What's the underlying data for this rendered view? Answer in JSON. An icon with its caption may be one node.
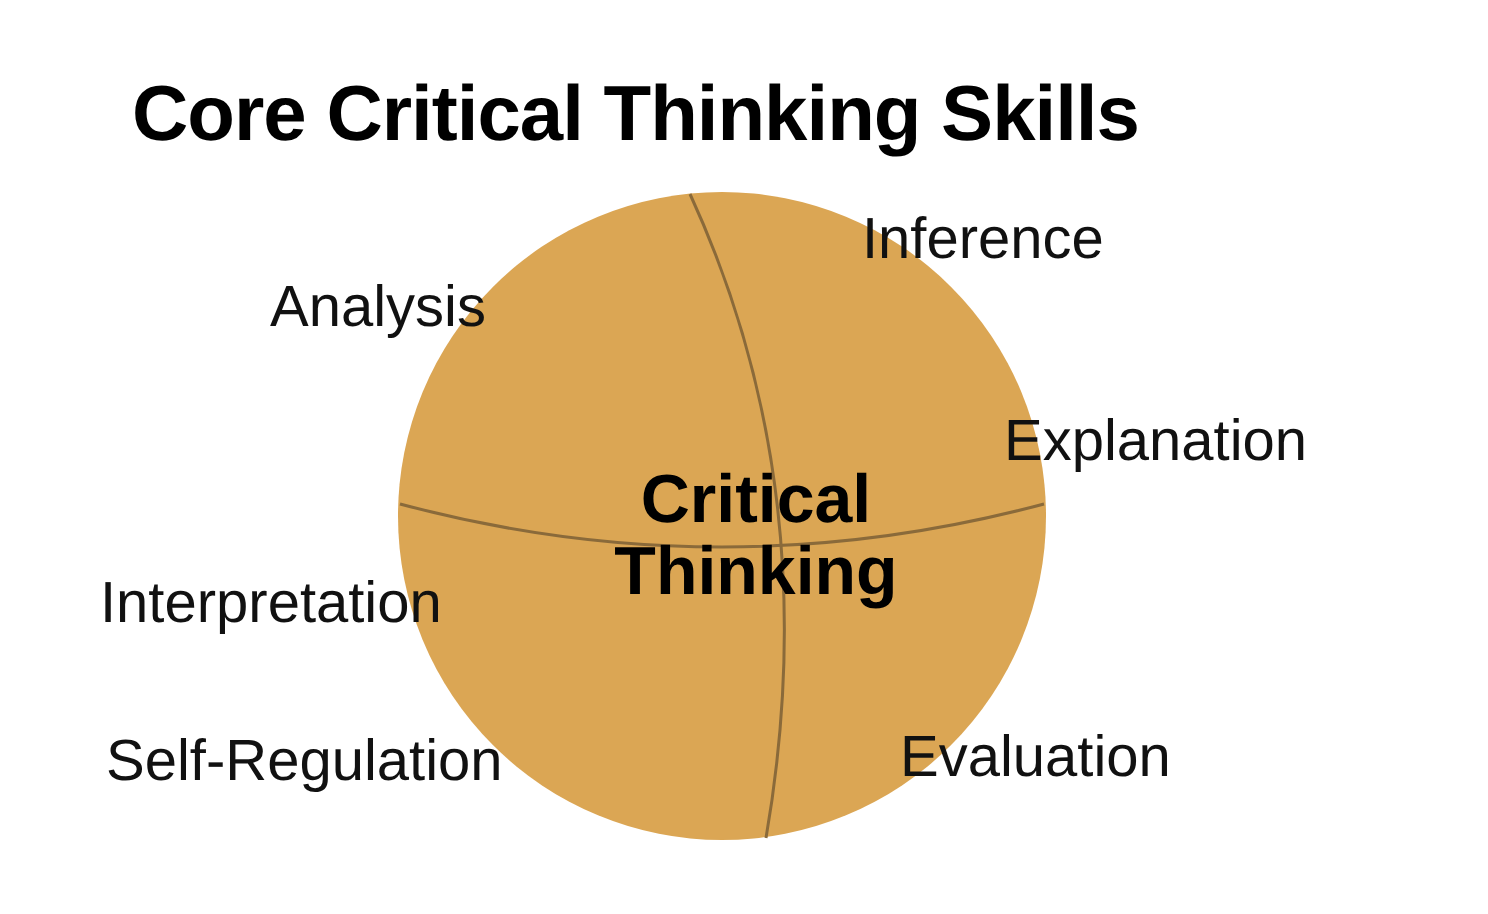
{
  "diagram": {
    "title": "Core Critical Thinking Skills",
    "nodes": [
      {
        "text": [
          "Critical Thinking"
        ]
      }
    ],
    "edges": [],
    "labels": [
      "Inference",
      "Analysis",
      "Explanation",
      "Interpretation",
      "Self-Regulation",
      "Evaluation"
    ]
  }
}
